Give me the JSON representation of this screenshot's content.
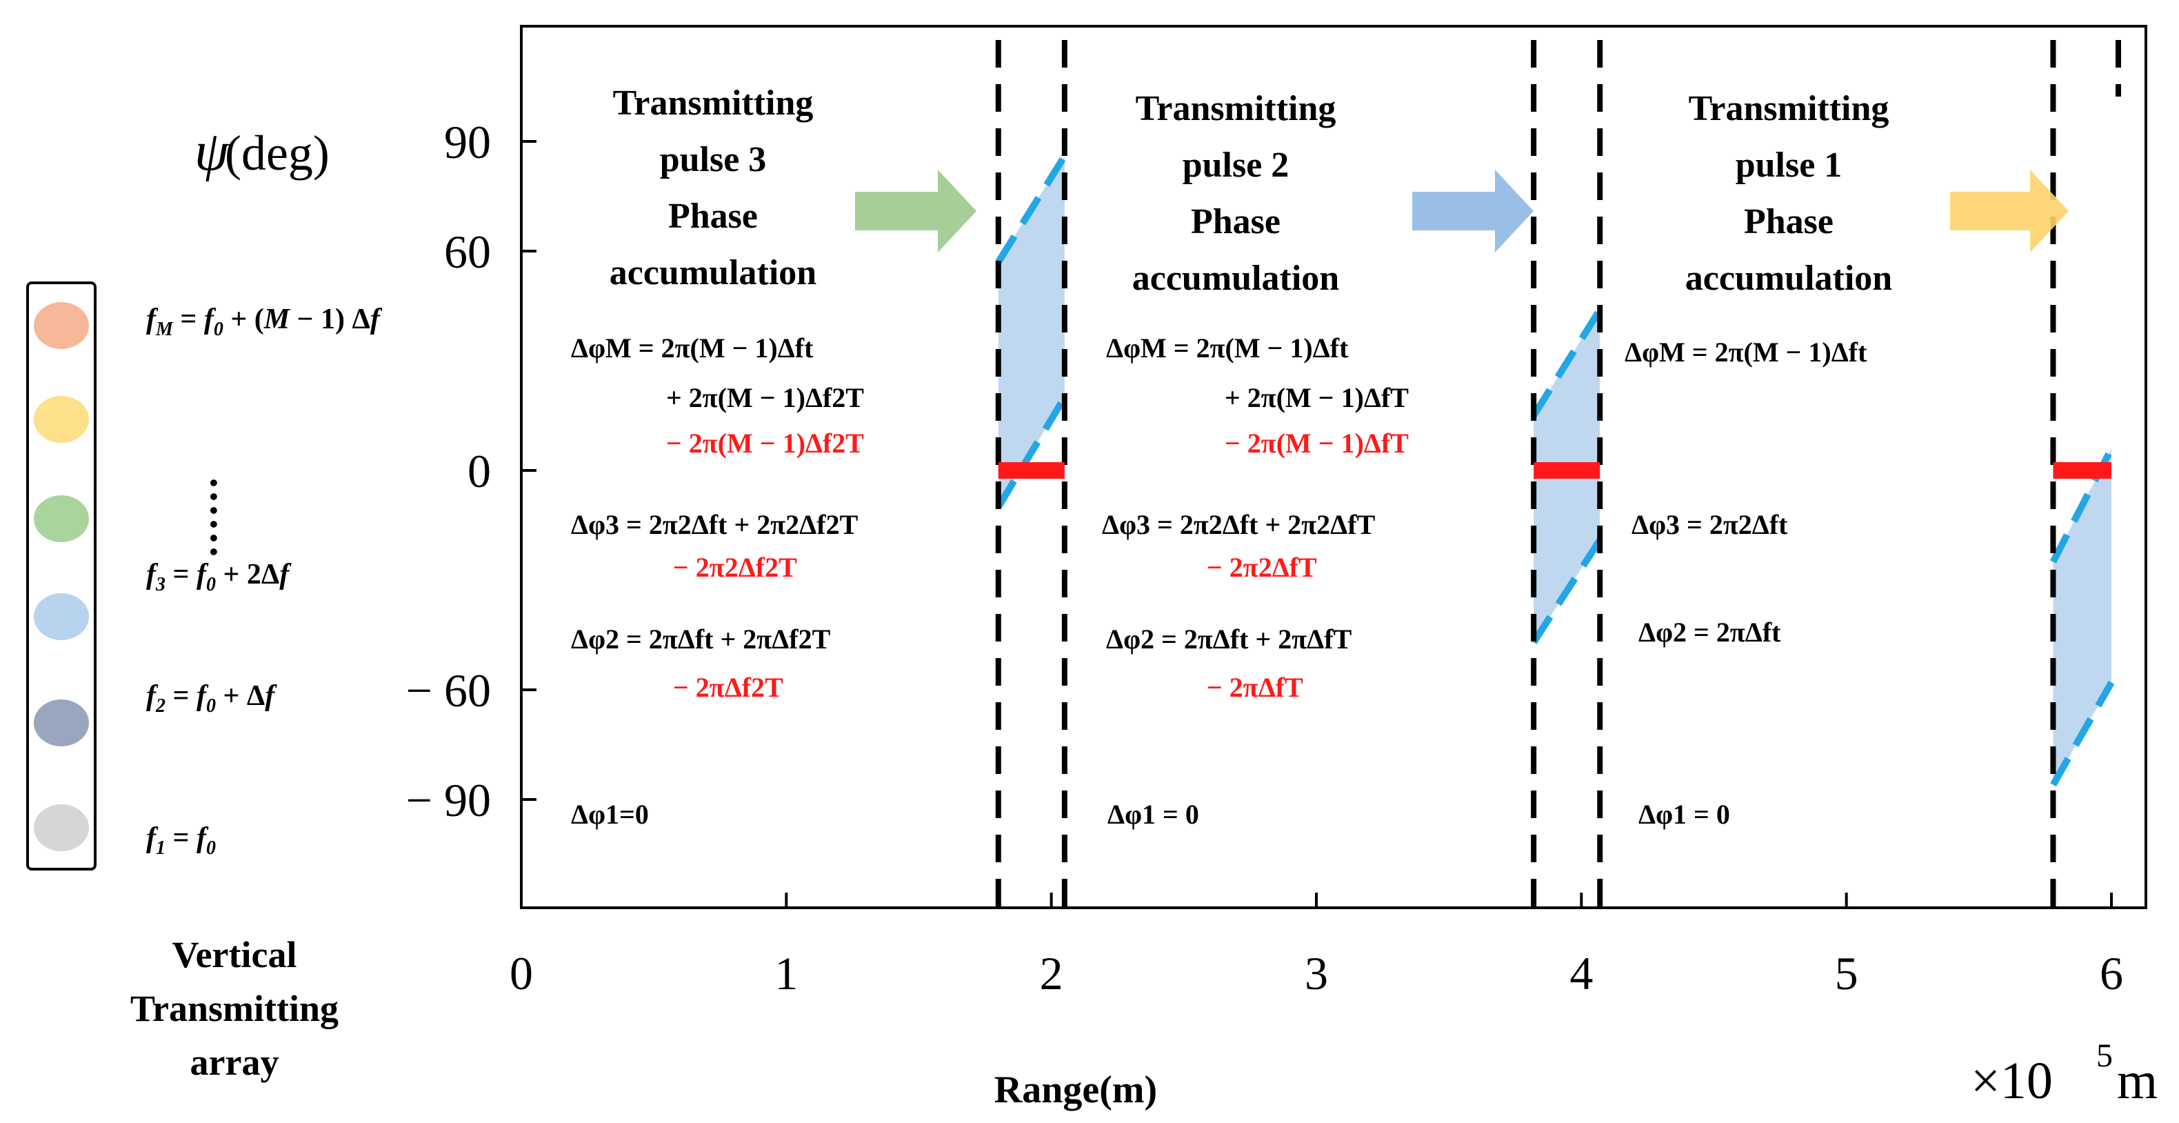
{
  "axes": {
    "x_ticks": [
      0,
      1,
      2,
      3,
      4,
      5,
      6
    ],
    "y_ticks": [
      90,
      60,
      0,
      -60,
      -90
    ],
    "y_tick_text": [
      "90",
      "60",
      "0",
      "− 60",
      "− 90"
    ],
    "x_label": "Range(m)",
    "y_label_symbol": "ψ",
    "y_label_unit": "(deg)",
    "x_multiplier": "×10",
    "x_multiplier_exp": "5",
    "x_multiplier_unit": "m",
    "xlim": [
      0,
      6
    ],
    "ylim": [
      -120,
      120
    ]
  },
  "array": {
    "label_lines": [
      "Vertical",
      "Transmitting",
      "array"
    ],
    "elements": [
      {
        "label": "f_M = f_0 + (M − 1) Δf",
        "color": "#f7b89a"
      },
      {
        "label": "",
        "color": "#fde08a"
      },
      {
        "label": "",
        "color": "#a9d49c"
      },
      {
        "label": "f_3 = f_0 + 2Δf",
        "color": "#b7d3ee"
      },
      {
        "label": "f_2 = f_0 + Δf",
        "color": "#9aa6bd"
      },
      {
        "label": "f_1 = f_0",
        "color": "#d6d6d6"
      }
    ],
    "ellipsis": "······"
  },
  "sections": [
    {
      "title_lines": [
        "Transmitting",
        "pulse 3",
        "Phase",
        "accumulation"
      ],
      "arrow_color": "#9dc98b",
      "formulas": {
        "m_line1": "ΔφM = 2π(M − 1)Δft",
        "m_line2": "+ 2π(M − 1)Δf2T",
        "m_line3": "− 2π(M − 1)Δf2T",
        "p3_line1": "Δφ3 = 2π2Δft + 2π2Δf2T",
        "p3_line2": "− 2π2Δf2T",
        "p2_line1": "Δφ2 = 2πΔft + 2πΔf2T",
        "p2_line2": "− 2πΔf2T",
        "p1": "Δφ1=0"
      }
    },
    {
      "title_lines": [
        "Transmitting",
        "pulse 2",
        "Phase",
        "accumulation"
      ],
      "arrow_color": "#8fb8e3",
      "formulas": {
        "m_line1": "ΔφM = 2π(M − 1)Δft",
        "m_line2": "+ 2π(M − 1)ΔfT",
        "m_line3": "− 2π(M − 1)ΔfT",
        "p3_line1": "Δφ3 = 2π2Δft + 2π2ΔfT",
        "p3_line2": "− 2π2ΔfT",
        "p2_line1": "Δφ2 = 2πΔft + 2πΔfT",
        "p2_line2": "− 2πΔfT",
        "p1": "Δφ1 = 0"
      }
    },
    {
      "title_lines": [
        "Transmitting",
        "pulse 1",
        "Phase",
        "accumulation"
      ],
      "arrow_color": "#fdd36a",
      "formulas": {
        "m_line1": "ΔφM = 2π(M − 1)Δft",
        "p3_line1": "Δφ3 = 2π2Δft",
        "p2_line1": "Δφ2 = 2πΔft",
        "p1": "Δφ1 = 0"
      }
    }
  ],
  "pulse_bands": [
    {
      "x_from": 1.8,
      "x_to": 2.05
    },
    {
      "x_from": 3.82,
      "x_to": 4.07
    },
    {
      "x_from": 5.78,
      "x_to": 6.0
    }
  ],
  "colors": {
    "red": "#ff1a1a",
    "band_fill": "#bcd6ee",
    "band_edge": "#23a6e6"
  }
}
